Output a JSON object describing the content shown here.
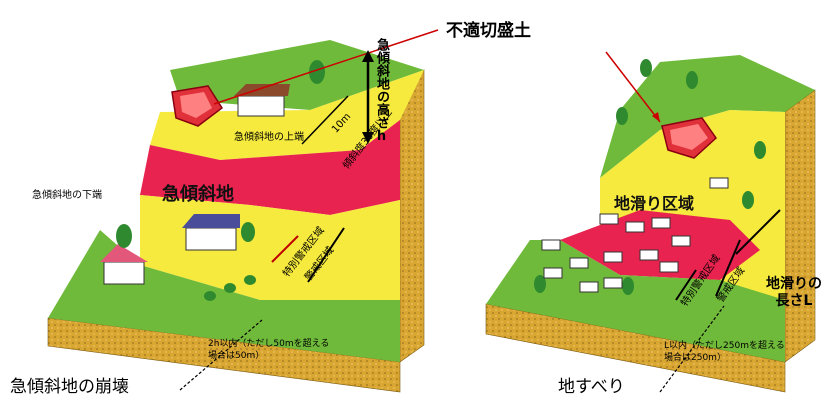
{
  "labels": {
    "improper_fill": "不適切盛土",
    "steep_height": "急傾斜地の高さh",
    "steep_top": "急傾斜地の上端",
    "steep_bottom": "急傾斜地の下端",
    "steep_zone": "急傾斜地",
    "slope_30": "傾斜度30度以上",
    "ten_m": "10m",
    "special_area_left": "特別警戒区域",
    "warning_area_left": "警戒区域",
    "distance_left": "2h以内（ただし50mを超える場合は50m）",
    "caption_left": "急傾斜地の崩壊",
    "landslide_zone": "地滑り区域",
    "special_area_right": "特別警戒区域",
    "warning_area_right": "警戒区域",
    "landslide_length": "地滑りの長さL",
    "distance_right": "L以内（ただし250mを超える場合は250m）",
    "caption_right": "地すべり"
  },
  "colors": {
    "grass": "#6fba3a",
    "yellow_zone": "#f5ea3d",
    "red_zone": "#e8234f",
    "soil": "#d9a632",
    "fill_block": "#e0303a"
  }
}
